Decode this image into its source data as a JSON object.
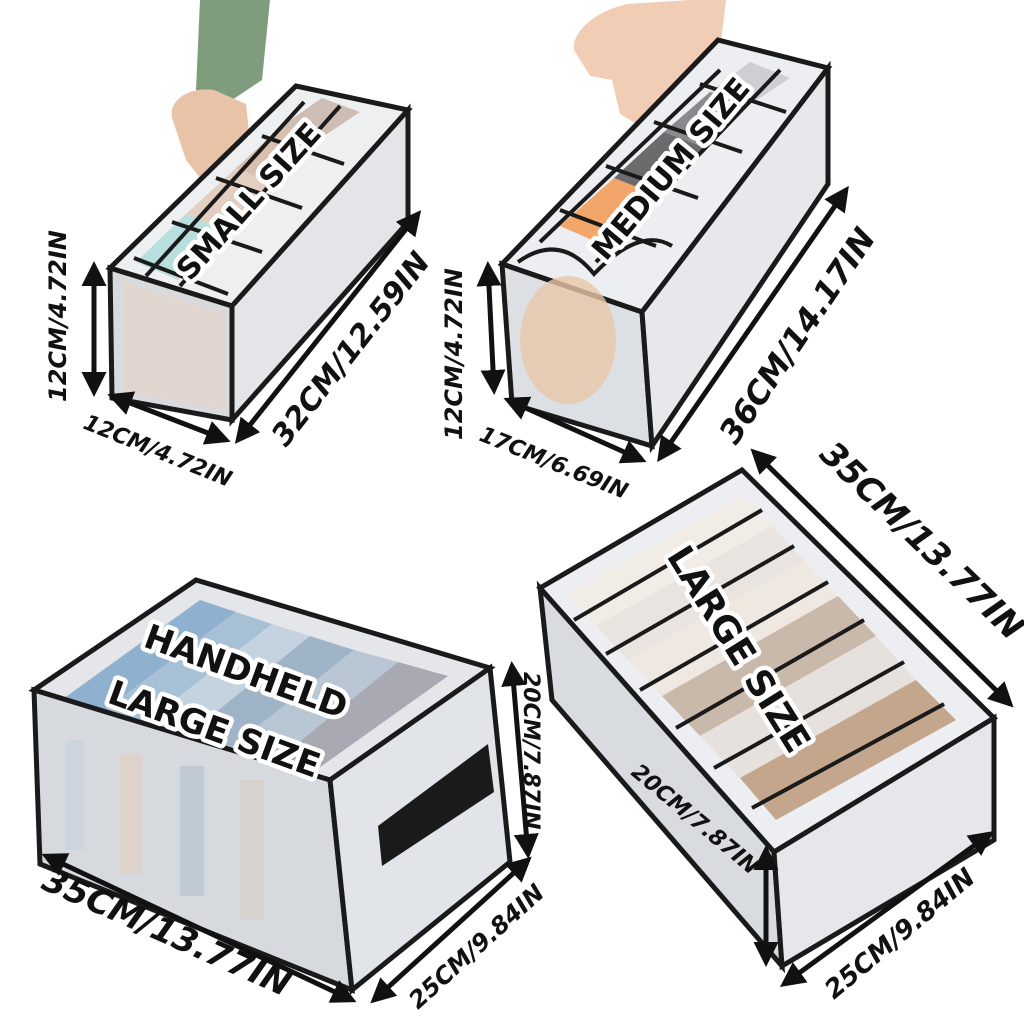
{
  "products": {
    "small": {
      "name": "SMALL SIZE",
      "height": "12CM/4.72IN",
      "width": "12CM/4.72IN",
      "length": "32CM/12.59IN"
    },
    "medium": {
      "name": "MEDIUM SIZE",
      "height": "12CM/4.72IN",
      "width": "17CM/6.69IN",
      "length": "36CM/14.17IN"
    },
    "handheld_large": {
      "name_line1": "HANDHELD",
      "name_line2": "LARGE SIZE",
      "length": "35CM/13.77IN",
      "height": "20CM/7.87IN",
      "width": "25CM/9.84IN"
    },
    "large": {
      "name": "LARGE SIZE",
      "length": "35CM/13.77IN",
      "height": "20CM/7.87IN",
      "width": "25CM/9.84IN"
    }
  },
  "colors": {
    "background": "#ffffff",
    "frame": "#1a1a1a",
    "mesh": "#dfe3e8",
    "text": "#111111"
  }
}
